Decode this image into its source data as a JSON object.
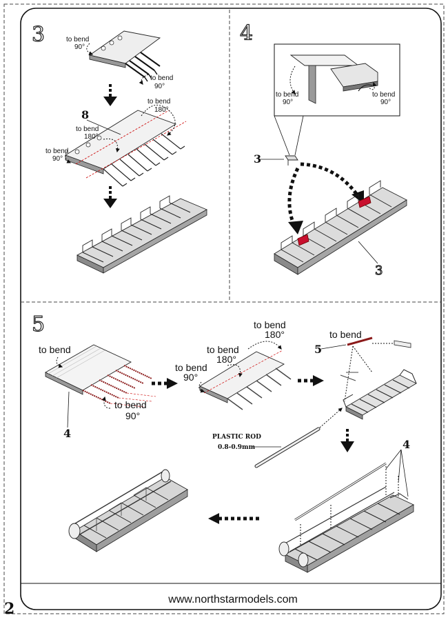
{
  "page": {
    "number": "2",
    "footer_url": "www.northstarmodels.com"
  },
  "step3": {
    "number": "3",
    "bend_top_left": [
      "to bend",
      "90°"
    ],
    "bend_top_right": [
      "to bend",
      "90°"
    ],
    "callout": "8",
    "bend_mid_180_right": [
      "to bend",
      "180°"
    ],
    "bend_mid_180_left": [
      "to bend",
      "180°"
    ],
    "bend_mid_90": [
      "to bend",
      "90°"
    ]
  },
  "step4": {
    "number": "4",
    "detail_bend_left": [
      "to bend",
      "90°"
    ],
    "detail_bend_right": [
      "to bend",
      "90°"
    ],
    "callout_part": "3",
    "callout_ref": "3"
  },
  "step5": {
    "number": "5",
    "bend_a": "to bend",
    "bend_b": [
      "to bend",
      "90°"
    ],
    "callout_4": "4",
    "bend_c_180": [
      "to bend",
      "180°"
    ],
    "bend_d_180": [
      "to bend",
      "180°"
    ],
    "bend_e_90": [
      "to bend",
      "90°"
    ],
    "bend_f": "to bend",
    "callout_5": "5",
    "rod_label": "PLASTIC ROD",
    "rod_size": "0.8-0.9mm",
    "callout_4b": "4"
  }
}
